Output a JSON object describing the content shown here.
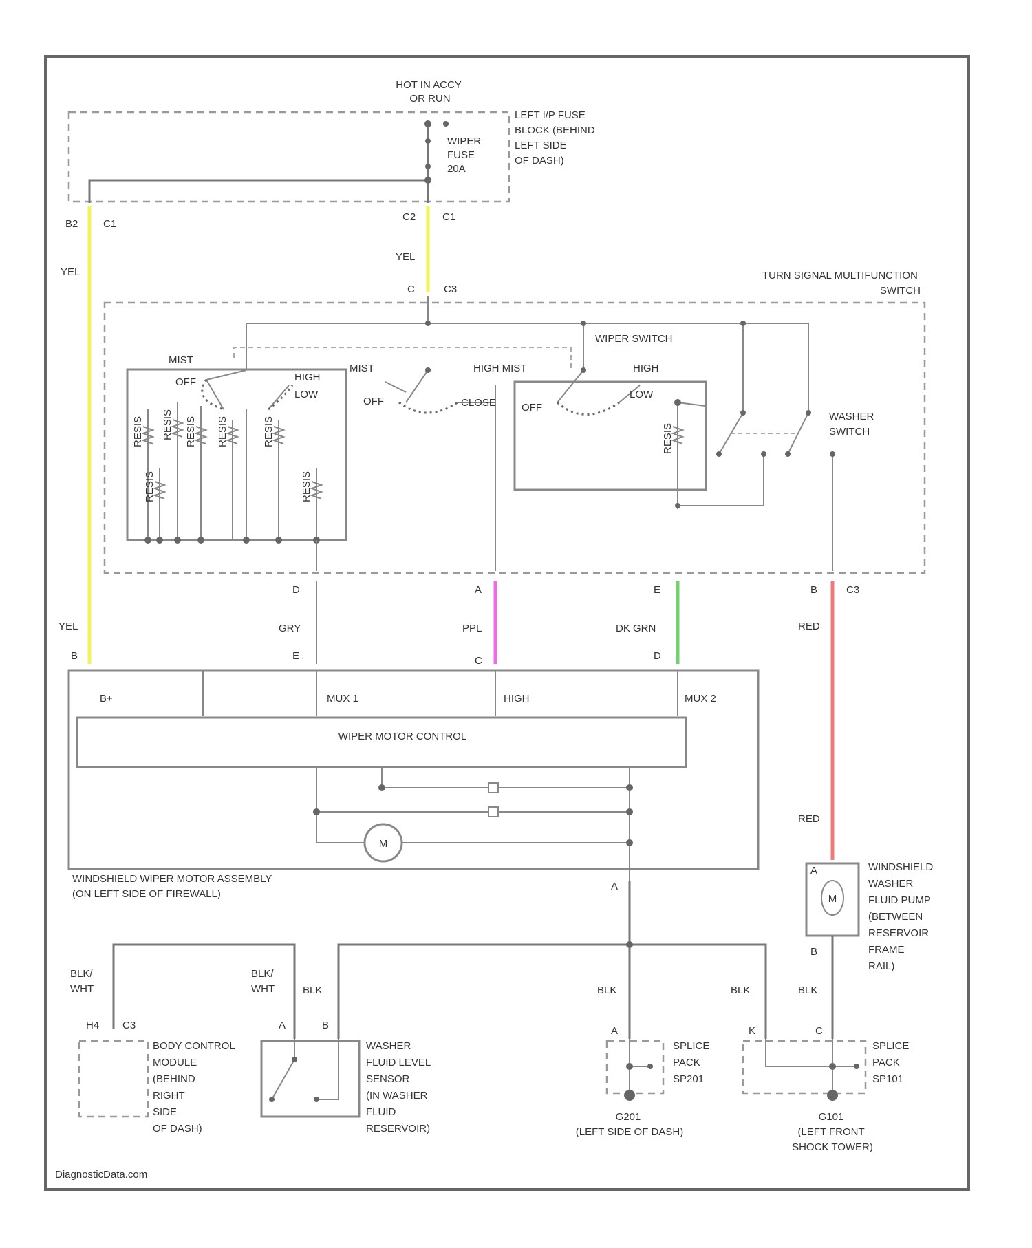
{
  "colors": {
    "yellow": "#f2f25a",
    "pink": "#f06ae8",
    "green": "#6fd36f",
    "red": "#f07a7a"
  },
  "power": {
    "source": [
      "HOT IN ACCY",
      "OR RUN"
    ],
    "fuse": [
      "WIPER",
      "FUSE",
      "20A"
    ],
    "fuse_block": [
      "LEFT I/P FUSE",
      "BLOCK (BEHIND",
      "LEFT SIDE",
      "OF DASH)"
    ]
  },
  "conn_top": {
    "b2": "B2",
    "c1a": "C1",
    "c2": "C2",
    "c1b": "C1"
  },
  "turn_switch": {
    "title": [
      "TURN SIGNAL MULTIFUNCTION",
      "SWITCH"
    ],
    "c_pin": "C",
    "c3": "C3",
    "wiper_switch": "WIPER SWITCH",
    "washer_switch": [
      "WASHER",
      "SWITCH"
    ]
  },
  "switch_labels": {
    "mist1": "MIST",
    "off1": "OFF",
    "high1": "HIGH",
    "low1": "LOW",
    "mist2": "MIST",
    "off2": "OFF",
    "high_mist": "HIGH MIST",
    "close": "CLOSE",
    "off3": "OFF",
    "high3": "HIGH",
    "low3": "LOW"
  },
  "resistors": [
    "RESIS",
    "RESIS",
    "RESIS",
    "RESIS",
    "RESIS",
    "RESIS",
    "RESIS"
  ],
  "wires": {
    "yel_left": "YEL",
    "yel_top": "YEL",
    "yel_bottom": "YEL",
    "gry": "GRY",
    "ppl": "PPL",
    "dkgrn": "DK GRN",
    "red_upper": "RED",
    "red_lower": "RED",
    "blk_wht1": [
      "BLK/",
      "WHT"
    ],
    "blk_wht2": [
      "BLK/",
      "WHT"
    ],
    "blk1": "BLK",
    "blk2": "BLK",
    "blk3": "BLK",
    "blk4": "BLK"
  },
  "pins_switch_bottom": {
    "d": "D",
    "a": "A",
    "e": "E",
    "b": "B",
    "c3": "C3"
  },
  "pins_motor_top": {
    "b": "B",
    "e": "E",
    "c": "C",
    "d": "D"
  },
  "motor": {
    "terminals": [
      "B+",
      "MUX 1",
      "HIGH",
      "MUX 2"
    ],
    "control": "WIPER MOTOR CONTROL",
    "m_symbol": "M",
    "name": [
      "WINDSHIELD WIPER MOTOR ASSEMBLY",
      "(ON LEFT SIDE OF FIREWALL)"
    ],
    "ground_pin": "A"
  },
  "pump": {
    "pin_a": "A",
    "pin_b": "B",
    "m_symbol": "M",
    "name": [
      "WINDSHIELD",
      "WASHER",
      "FLUID PUMP",
      "(BETWEEN",
      "RESERVOIR",
      "FRAME",
      "RAIL)"
    ]
  },
  "bcm": {
    "pin": "H4",
    "conn": "C3",
    "name": [
      "BODY CONTROL",
      "MODULE",
      "(BEHIND",
      "RIGHT",
      "SIDE",
      "OF DASH)"
    ]
  },
  "sensor": {
    "pin_a": "A",
    "pin_b": "B",
    "name": [
      "WASHER",
      "FLUID LEVEL",
      "SENSOR",
      "(IN WASHER",
      "FLUID",
      "RESERVOIR)"
    ]
  },
  "splice1": {
    "pin": "A",
    "name": [
      "SPLICE",
      "PACK",
      "SP201"
    ],
    "ground": [
      "G201",
      "(LEFT SIDE OF DASH)"
    ]
  },
  "splice2": {
    "pin_k": "K",
    "pin_c": "C",
    "name": [
      "SPLICE",
      "PACK",
      "SP101"
    ],
    "ground": [
      "G101",
      "(LEFT FRONT",
      "SHOCK TOWER)"
    ]
  },
  "watermark": "DiagnosticData.com"
}
